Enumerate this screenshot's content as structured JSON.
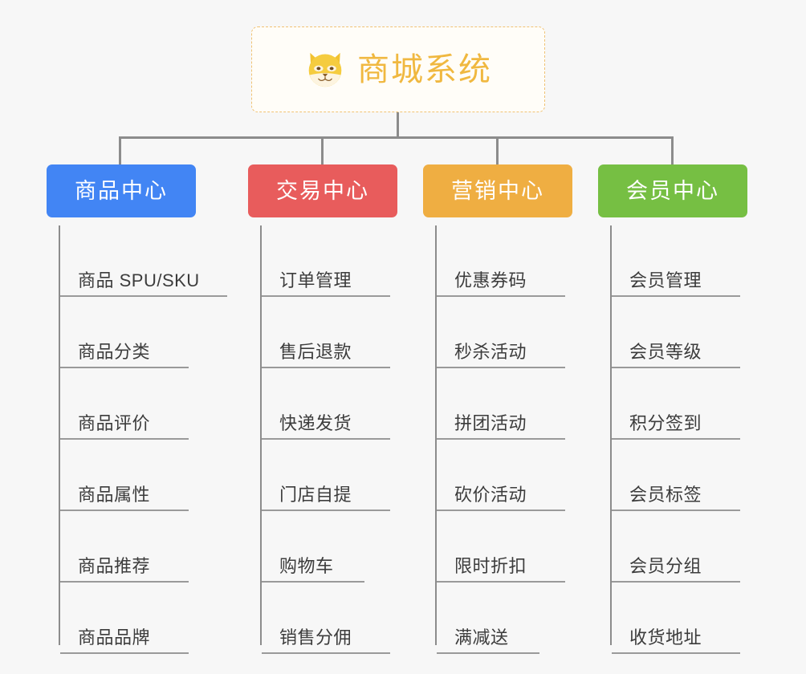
{
  "root": {
    "title": "商城系统",
    "icon": "shiba-dog-face-emoji",
    "border_color": "#f0c274",
    "text_color": "#f0b840",
    "background": "#fffdf8"
  },
  "canvas": {
    "background": "#f7f7f7",
    "connector_color": "#8c8c8c",
    "rule_color": "#9a9a9a",
    "leaf_text_color": "#3c3c3c"
  },
  "categories": [
    {
      "label": "商品中心",
      "color": "#4285f4",
      "items": [
        {
          "label": "商品 SPU/SKU",
          "rule": "w-wide"
        },
        {
          "label": "商品分类",
          "rule": "w-med"
        },
        {
          "label": "商品评价",
          "rule": "w-med"
        },
        {
          "label": "商品属性",
          "rule": "w-med"
        },
        {
          "label": "商品推荐",
          "rule": "w-med"
        },
        {
          "label": "商品品牌",
          "rule": "w-med"
        }
      ]
    },
    {
      "label": "交易中心",
      "color": "#e85c5c",
      "items": [
        {
          "label": "订单管理",
          "rule": "w-med"
        },
        {
          "label": "售后退款",
          "rule": "w-med"
        },
        {
          "label": "快递发货",
          "rule": "w-med"
        },
        {
          "label": "门店自提",
          "rule": "w-med"
        },
        {
          "label": "购物车",
          "rule": "w-small"
        },
        {
          "label": "销售分佣",
          "rule": "w-med"
        }
      ]
    },
    {
      "label": "营销中心",
      "color": "#efae42",
      "items": [
        {
          "label": "优惠券码",
          "rule": "w-med"
        },
        {
          "label": "秒杀活动",
          "rule": "w-med"
        },
        {
          "label": "拼团活动",
          "rule": "w-med"
        },
        {
          "label": "砍价活动",
          "rule": "w-med"
        },
        {
          "label": "限时折扣",
          "rule": "w-med"
        },
        {
          "label": "满减送",
          "rule": "w-small"
        }
      ]
    },
    {
      "label": "会员中心",
      "color": "#76bf43",
      "items": [
        {
          "label": "会员管理",
          "rule": "w-med"
        },
        {
          "label": "会员等级",
          "rule": "w-med"
        },
        {
          "label": "积分签到",
          "rule": "w-med"
        },
        {
          "label": "会员标签",
          "rule": "w-med"
        },
        {
          "label": "会员分组",
          "rule": "w-med"
        },
        {
          "label": "收货地址",
          "rule": "w-med"
        }
      ]
    }
  ]
}
